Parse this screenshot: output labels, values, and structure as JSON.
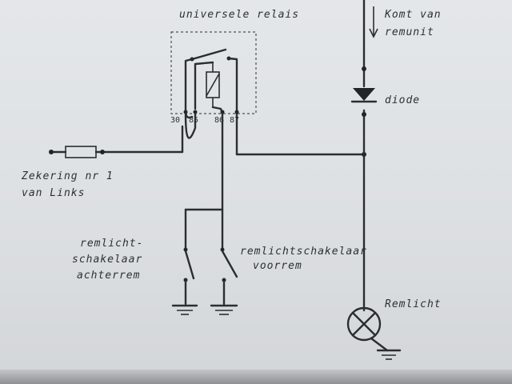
{
  "labels": {
    "relay": "universele relais",
    "from_remunit_line1": "Komt van",
    "from_remunit_line2": "remunit",
    "diode": "diode",
    "fuse_line1": "Zekering nr 1",
    "fuse_line2": "van Links",
    "rear_switch_line1": "remlicht-",
    "rear_switch_line2": "schakelaar",
    "rear_switch_line3": "achterrem",
    "front_switch_line1": "remlichtschakelaar",
    "front_switch_line2": "voorrem",
    "lamp": "Remlicht"
  },
  "relay_pins": [
    "30",
    "85",
    "86",
    "87"
  ],
  "colors": {
    "ink": "#2a2e33",
    "paper": "#e4e7ea"
  }
}
